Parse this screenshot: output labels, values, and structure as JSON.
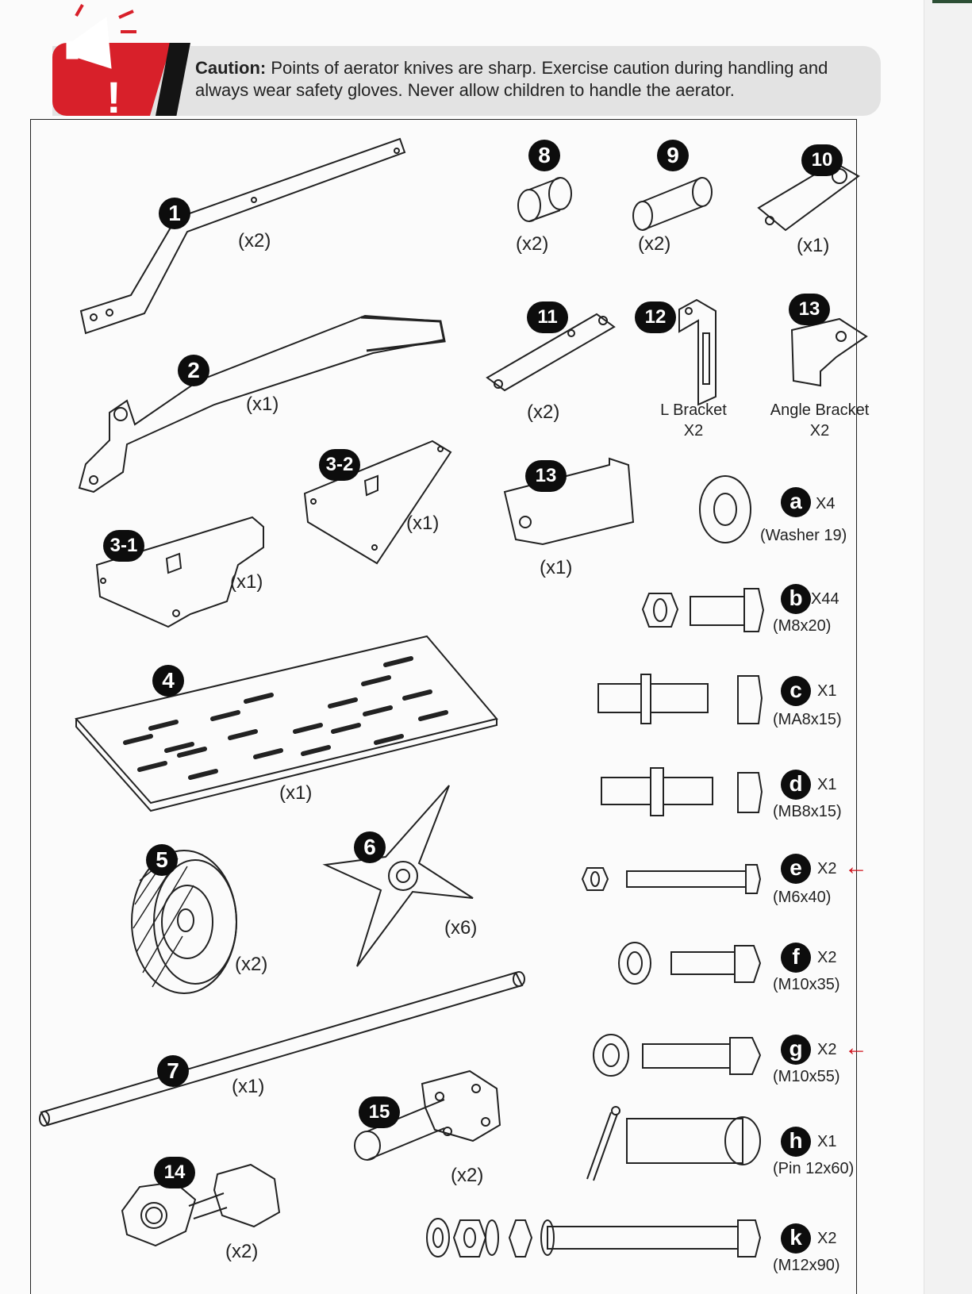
{
  "caution": {
    "label": "Caution:",
    "text": "Points of aerator knives are sharp. Exercise caution during handling and always wear safety gloves. Never allow children to handle the aerator."
  },
  "parts": [
    {
      "id": "1",
      "qty": "(x2)"
    },
    {
      "id": "2",
      "qty": "(x1)"
    },
    {
      "id": "3-1",
      "qty": "(x1)"
    },
    {
      "id": "3-2",
      "qty": "(x1)"
    },
    {
      "id": "4",
      "qty": "(x1)"
    },
    {
      "id": "5",
      "qty": "(x2)"
    },
    {
      "id": "6",
      "qty": "(x6)"
    },
    {
      "id": "7",
      "qty": "(x1)"
    },
    {
      "id": "8",
      "qty": "(x2)"
    },
    {
      "id": "9",
      "qty": "(x2)"
    },
    {
      "id": "10",
      "qty": "(x1)"
    },
    {
      "id": "11",
      "qty": "(x2)"
    },
    {
      "id": "12",
      "name": "L Bracket",
      "qty": "X2"
    },
    {
      "id": "13",
      "name": "Angle Bracket",
      "qty": "X2"
    },
    {
      "id": "13",
      "qty": "(x1)"
    },
    {
      "id": "14",
      "qty": "(x2)"
    },
    {
      "id": "15",
      "qty": "(x2)"
    }
  ],
  "hardware": [
    {
      "letter": "a",
      "qty": "X4",
      "spec": "(Washer 19)"
    },
    {
      "letter": "b",
      "qty": "X44",
      "spec": "(M8x20)"
    },
    {
      "letter": "c",
      "qty": "X1",
      "spec": "(MA8x15)"
    },
    {
      "letter": "d",
      "qty": "X1",
      "spec": "(MB8x15)"
    },
    {
      "letter": "e",
      "qty": "X2",
      "spec": "(M6x40)",
      "marked": true
    },
    {
      "letter": "f",
      "qty": "X2",
      "spec": "(M10x35)"
    },
    {
      "letter": "g",
      "qty": "X2",
      "spec": "(M10x55)",
      "marked": true
    },
    {
      "letter": "h",
      "qty": "X1",
      "spec": "(Pin 12x60)"
    },
    {
      "letter": "k",
      "qty": "X2",
      "spec": "(M12x90)"
    }
  ],
  "colors": {
    "caution_red": "#d8202a",
    "banner_grey": "#e3e3e3",
    "annotation_red": "#d0101a"
  }
}
